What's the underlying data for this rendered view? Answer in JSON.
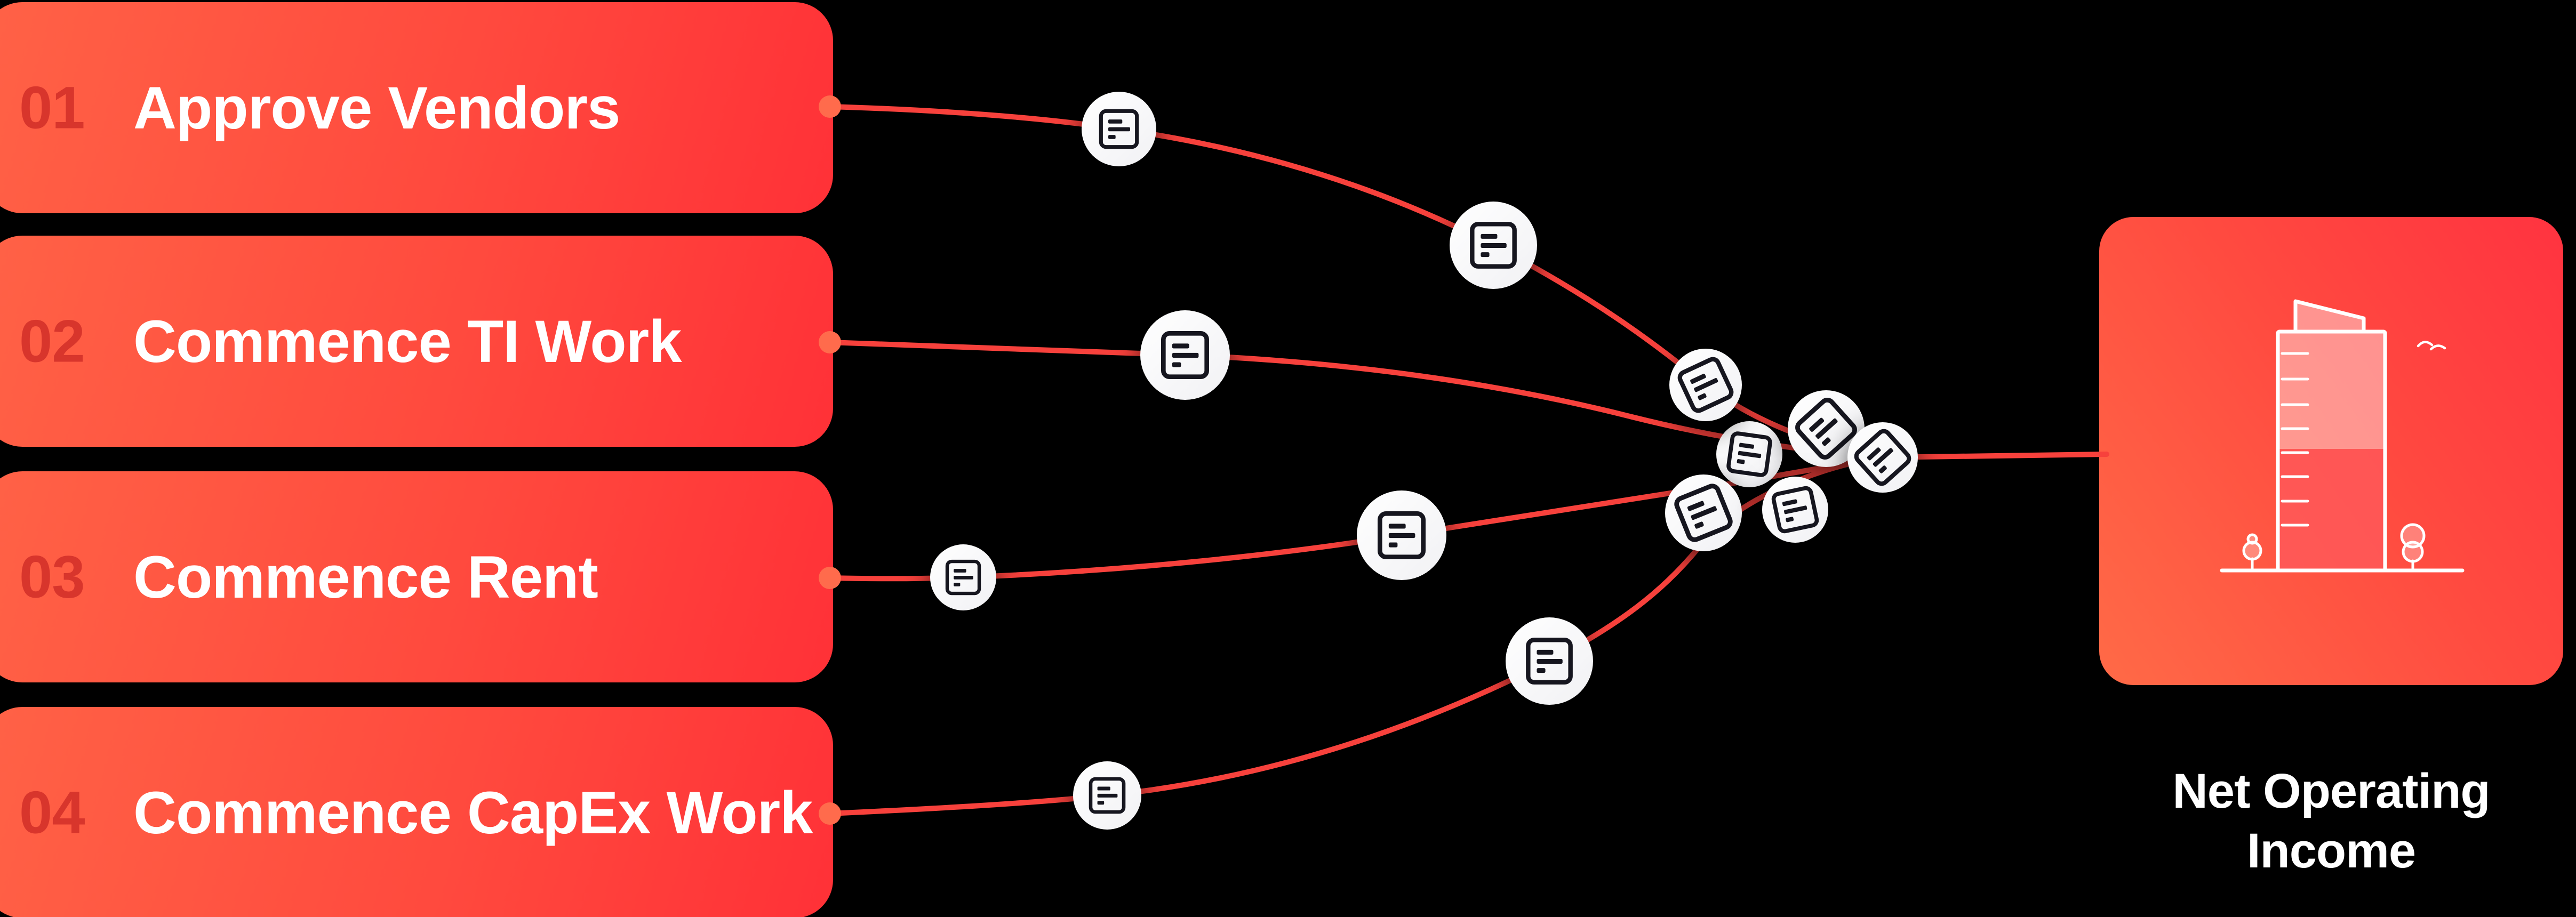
{
  "diagram": {
    "steps": [
      {
        "id": "01",
        "label": "Approve Vendors"
      },
      {
        "id": "02",
        "label": "Commence TI Work"
      },
      {
        "id": "03",
        "label": "Commence Rent"
      },
      {
        "id": "04",
        "label": "Commence CapEx Work"
      }
    ],
    "result": {
      "label": "Net Operating Income"
    },
    "connections": [
      {
        "from": "Approve Vendors",
        "to": "Net Operating Income"
      },
      {
        "from": "Commence TI Work",
        "to": "Net Operating Income"
      },
      {
        "from": "Commence Rent",
        "to": "Net Operating Income"
      },
      {
        "from": "Commence CapEx Work",
        "to": "Net Operating Income"
      }
    ],
    "icons": {
      "connector_badge": "document-icon",
      "result_illustration": "building-icon",
      "decorations": [
        "bird-icon",
        "tree-icon"
      ]
    },
    "colors": {
      "background": "#000000",
      "card_gradient_start": "#ff6246",
      "card_gradient_end": "#ff3137",
      "step_number": "#d8352c",
      "label_text": "#ffffff",
      "connector_line": "#f7413c",
      "connector_dot": "#ff6b4c",
      "badge_fill": "#ffffff",
      "icon_ink": "#16161f"
    }
  }
}
